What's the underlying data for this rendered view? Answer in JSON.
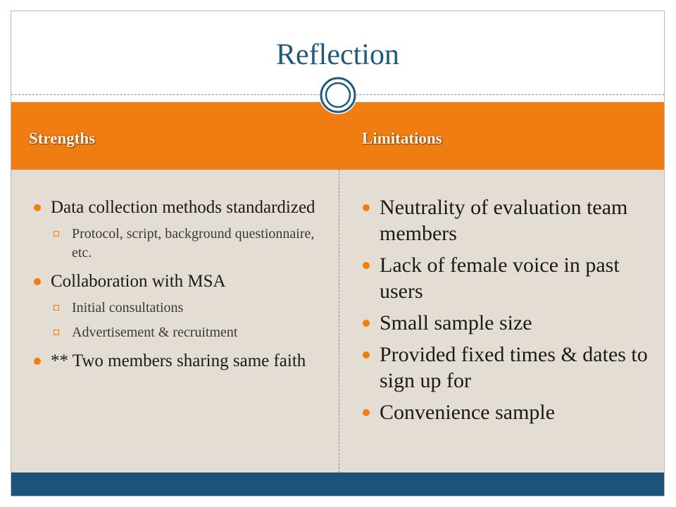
{
  "title": "Reflection",
  "columns": {
    "strengths": {
      "heading": "Strengths",
      "items": [
        {
          "text": "Data collection methods standardized",
          "subitems": [
            "Protocol, script, background questionnaire, etc."
          ]
        },
        {
          "text": "Collaboration with MSA",
          "subitems": [
            "Initial consultations",
            "Advertisement & recruitment"
          ]
        },
        {
          "text": "** Two members sharing same faith",
          "subitems": []
        }
      ]
    },
    "limitations": {
      "heading": "Limitations",
      "items": [
        "Neutrality of evaluation team members",
        "Lack of female voice in past users",
        "Small sample size",
        "Provided fixed times & dates to sign up for",
        "Convenience sample"
      ]
    }
  },
  "colors": {
    "title": "#1d5a7e",
    "header_band": "#ef7d12",
    "body_band": "#e3ddd3",
    "footer_band": "#1b5478",
    "bullet": "#ef7d12"
  },
  "icons": {
    "divider_ornament": "double-ring-icon",
    "bullet": "filled-circle-bullet",
    "sub_bullet": "hollow-square-bullet"
  }
}
